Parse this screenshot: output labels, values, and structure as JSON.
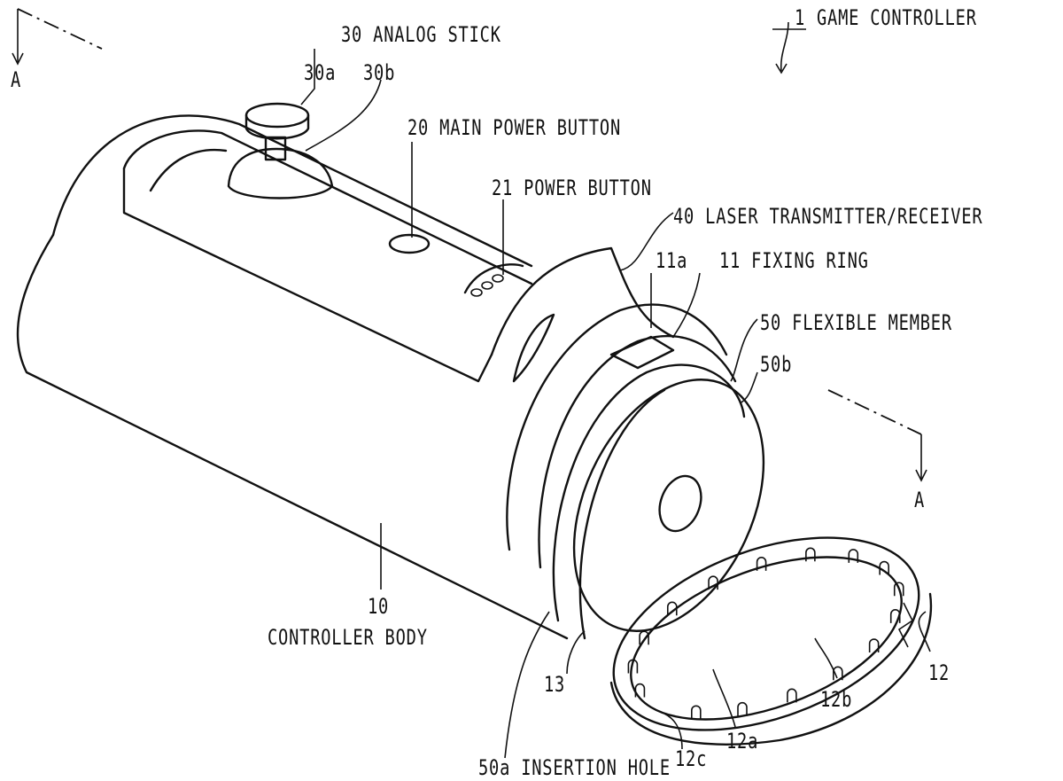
{
  "figure": {
    "title_ref": "1",
    "title": "GAME CONTROLLER",
    "section_marker": "A",
    "labels": {
      "analog_stick": "30 ANALOG STICK",
      "stick_30a": "30a",
      "stick_30b": "30b",
      "main_power_button": "20 MAIN POWER BUTTON",
      "power_button": "21 POWER BUTTON",
      "laser": "40 LASER TRANSMITTER/RECEIVER",
      "ring_11a": "11a",
      "fixing_ring": "11 FIXING RING",
      "flexible_member": "50 FLEXIBLE MEMBER",
      "flex_50b": "50b",
      "body_ref": "10",
      "body_name": "CONTROLLER BODY",
      "ref_13": "13",
      "insertion_hole": "50a INSERTION HOLE",
      "ref_12c": "12c",
      "ref_12a": "12a",
      "ref_12b": "12b",
      "ref_12": "12"
    }
  }
}
